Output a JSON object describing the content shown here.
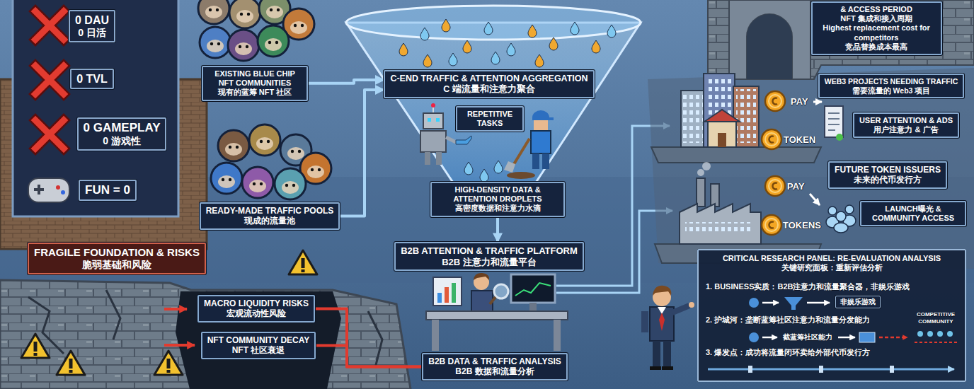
{
  "diagram": {
    "nodes": [
      {
        "text": [
          "0 DAU",
          "0 日活"
        ]
      },
      {
        "text": [
          "0 TVL"
        ]
      },
      {
        "text": [
          "0 GAMEPLAY",
          "0 游戏性"
        ]
      },
      {
        "text": [
          "FUN = 0"
        ]
      },
      {
        "text": [
          "EXISTING BLUE CHIP NFT COMMUNITIES",
          "现有的蓝筹 NFT 社区"
        ]
      },
      {
        "text": [
          "READY-MADE TRAFFIC POOLS",
          "现成的流量池"
        ]
      },
      {
        "text": [
          "C-END TRAFFIC & ATTENTION AGGREGATION",
          "C 端流量和注意力聚合"
        ]
      },
      {
        "text": [
          "REPETITIVE TASKS"
        ]
      },
      {
        "text": [
          "HIGH-DENSITY DATA & ATTENTION DROPLETS",
          "高密度数据和注意力水滴"
        ]
      },
      {
        "text": [
          "B2B ATTENTION & TRAFFIC PLATFORM",
          "B2B 注意力和流量平台"
        ]
      },
      {
        "text": [
          "B2B DATA & TRAFFIC ANALYSIS",
          "B2B 数据和流量分析"
        ]
      },
      {
        "text": [
          "& ACCESS PERIOD",
          "NFT 集成和接入周期",
          "Highest replacement cost for competitors",
          "竞品替换成本最高"
        ]
      },
      {
        "text": [
          "WEB3 PROJECTS NEEDING TRAFFIC",
          "需要流量的 Web3 项目"
        ]
      },
      {
        "text": [
          "USER ATTENTION & ADS",
          "用户注意力 & 广告"
        ]
      },
      {
        "text": [
          "FUTURE TOKEN ISSUERS",
          "未来的代币发行方"
        ]
      },
      {
        "text": [
          "LAUNCH曝光 & COMMUNITY ACCESS"
        ]
      },
      {
        "text": [
          "FRAGILE FOUNDATION & RISKS",
          "脆弱基础和风险"
        ]
      },
      {
        "text": [
          "MACRO LIQUIDITY RISKS",
          "宏观流动性风险"
        ]
      },
      {
        "text": [
          "NFT COMMUNITY DECAY",
          "NFT 社区衰退"
        ]
      },
      {
        "text": [
          "CRITICAL RESEARCH PANEL: RE-EVALUATION ANALYSIS",
          "关键研究面板：重新评估分析"
        ]
      },
      {
        "text": [
          "非娱乐游戏"
        ],
        "in": 19
      }
    ],
    "edges": [
      {
        "from": 4,
        "to": 6,
        "arrow": "to"
      },
      {
        "from": 5,
        "to": 6,
        "arrow": "to"
      },
      {
        "from": 8,
        "to": 9,
        "arrow": "to"
      },
      {
        "from": 17,
        "to": 10,
        "arrow": "none"
      },
      {
        "from": 18,
        "to": 10,
        "arrow": "none"
      }
    ],
    "labels": [
      "PAY",
      "TOKEN",
      "PAY",
      "TOKENS",
      "1. BUSINESS实质：B2B注意力和流量聚合器，非娱乐游戏",
      "2. 护城河：垄断蓝筹社区注意力和流量分发能力",
      "截蓝筹社区能力",
      "COMPETITIVE COMMUNITY",
      "3. 爆发点：成功将流量闭环卖给外部代币发行方"
    ]
  }
}
